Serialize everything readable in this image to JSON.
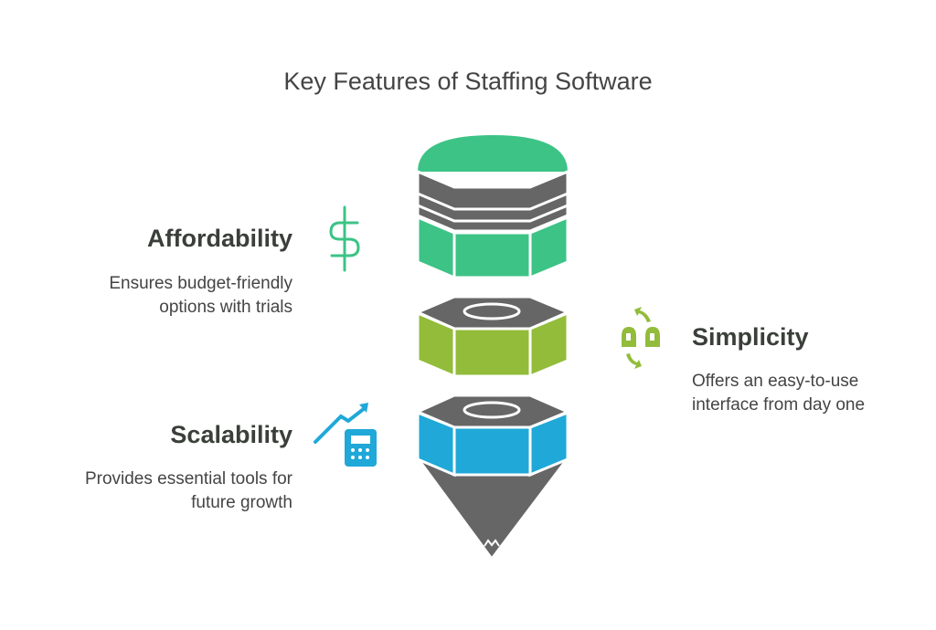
{
  "title": "Key Features of Staffing Software",
  "features": [
    {
      "heading": "Affordability",
      "description_lines": [
        "Ensures budget-friendly",
        "options with trials"
      ],
      "icon": "dollar-icon",
      "color": "#3CC385"
    },
    {
      "heading": "Simplicity",
      "description_lines": [
        "Offers an easy-to-use",
        "interface from day one"
      ],
      "icon": "swap-hands-icon",
      "color": "#92BC3A"
    },
    {
      "heading": "Scalability",
      "description_lines": [
        "Provides essential tools for",
        "future growth"
      ],
      "icon": "growth-calculator-icon",
      "color": "#1FA8D8"
    }
  ],
  "colors": {
    "gray": "#666666",
    "text": "#444444"
  }
}
